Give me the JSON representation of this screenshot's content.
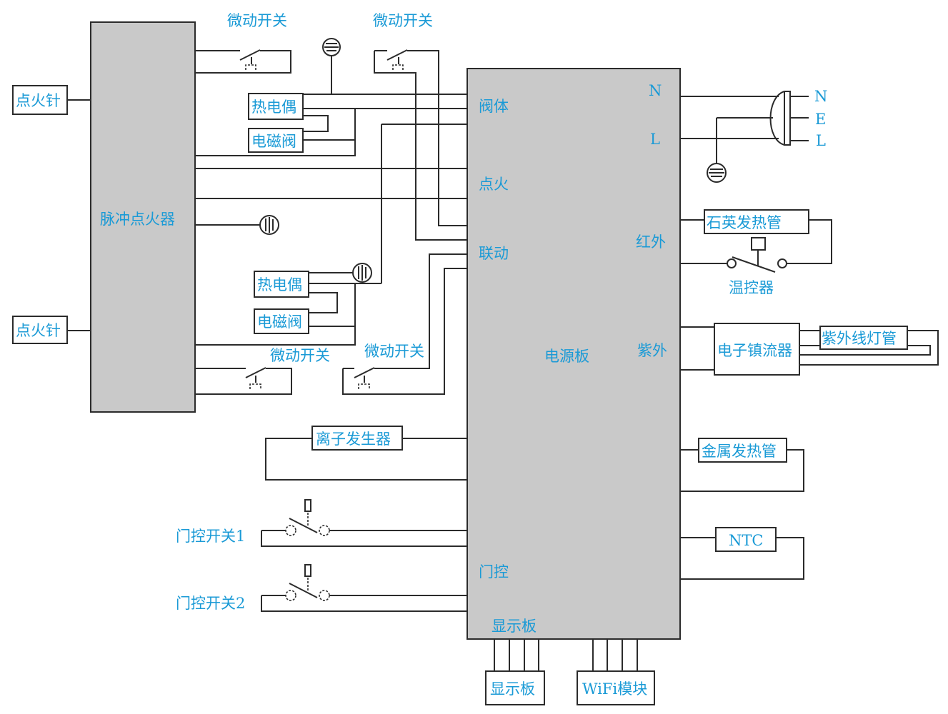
{
  "label_color": "#1a9ad6",
  "line_color": "#2b2b2b",
  "block_fill": "#c9c9c9",
  "labels": {
    "ignitor": "脉冲点火器",
    "power_board": "电源板",
    "ignition_needle_1": "点火针",
    "ignition_needle_2": "点火针",
    "micro_switch_1": "微动开关",
    "micro_switch_2": "微动开关",
    "micro_switch_3": "微动开关",
    "micro_switch_4": "微动开关",
    "thermocouple_1": "热电偶",
    "solenoid_1": "电磁阀",
    "thermocouple_2": "热电偶",
    "solenoid_2": "电磁阀",
    "valve_body": "阀体",
    "ignition": "点火",
    "linkage": "联动",
    "door_control": "门控",
    "display_board_port": "显示板",
    "n_port": "N",
    "l_port": "L",
    "plug_n": "N",
    "plug_e": "E",
    "plug_l": "L",
    "infrared": "红外",
    "ultraviolet": "紫外",
    "quartz_heater": "石英发热管",
    "thermostat": "温控器",
    "ballast": "电子镇流器",
    "uv_lamp": "紫外线灯管",
    "metal_heater": "金属发热管",
    "ntc": "NTC",
    "ion_generator": "离子发生器",
    "door_switch_1": "门控开关1",
    "door_switch_2": "门控开关2",
    "display_board": "显示板",
    "wifi_module": "WiFi模块"
  }
}
